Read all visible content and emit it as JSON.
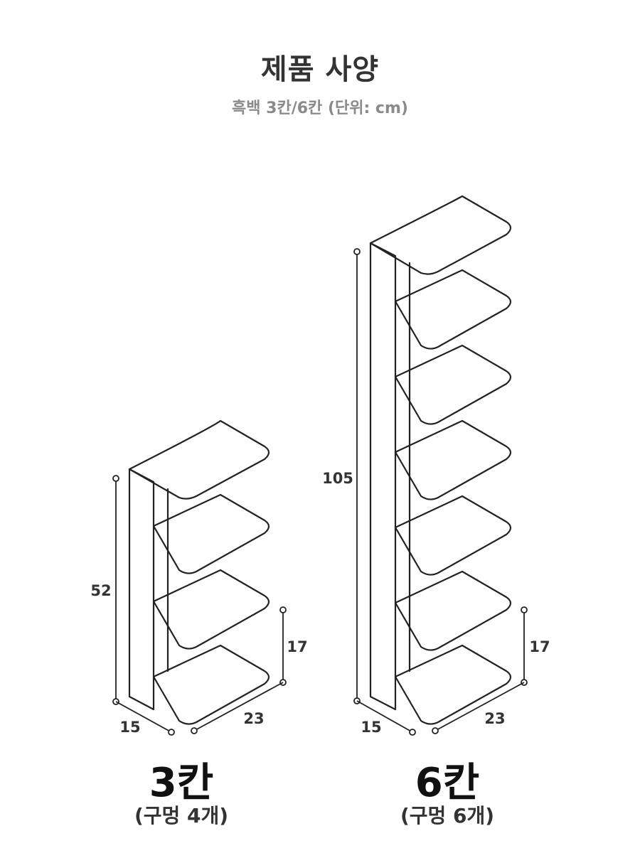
{
  "header": {
    "title": "제품 사양",
    "subtitle": "흑백 3칸/6칸 (단위: cm)"
  },
  "models": [
    {
      "name": "3칸",
      "sub": "(구멍 4개)",
      "height_dim": "52",
      "shelf_gap_dim": "17",
      "width_dim": "23",
      "depth_dim": "15",
      "shelf_count": 4
    },
    {
      "name": "6칸",
      "sub": "(구멍 6개)",
      "height_dim": "105",
      "shelf_gap_dim": "17",
      "width_dim": "23",
      "depth_dim": "15",
      "shelf_count": 7
    }
  ],
  "colors": {
    "line": "#222222",
    "text": "#333333",
    "subtitle": "#8a8a8a"
  }
}
